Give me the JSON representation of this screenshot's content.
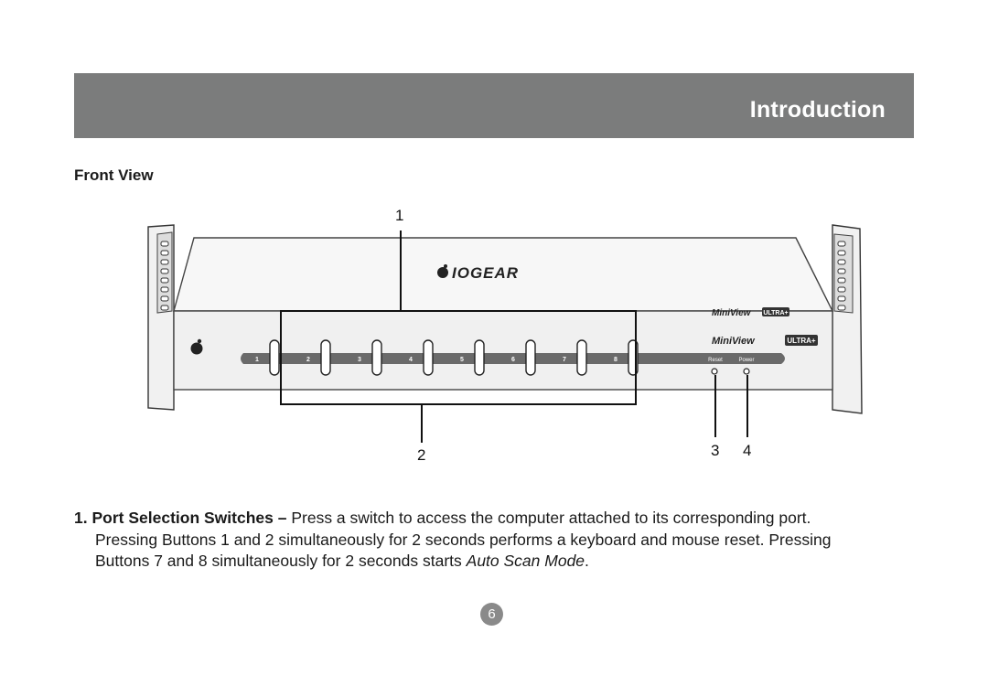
{
  "header": {
    "title": "Introduction"
  },
  "section": {
    "heading": "Front View"
  },
  "figure": {
    "brand_logo": "IOGEAR",
    "model_name": "MiniView",
    "model_suffix": "ULTRA+",
    "port_labels": [
      "1",
      "2",
      "3",
      "4",
      "5",
      "6",
      "7",
      "8"
    ],
    "led_labels": [
      "Reset",
      "Power"
    ],
    "callouts": {
      "c1": "1",
      "c2": "2",
      "c3": "3",
      "c4": "4"
    }
  },
  "description": {
    "number": "1.",
    "term": "Port Selection Switches –",
    "line1_rest": " Press a switch to access the computer attached to its corresponding port.",
    "line2": "Pressing Buttons 1 and 2 simultaneously for 2 seconds performs a keyboard and mouse reset.  Pressing",
    "line3_start": "Buttons 7 and 8 simultaneously for 2 seconds starts ",
    "line3_italic": "Auto Scan Mode",
    "line3_end": "."
  },
  "footer": {
    "page_number": "6"
  }
}
